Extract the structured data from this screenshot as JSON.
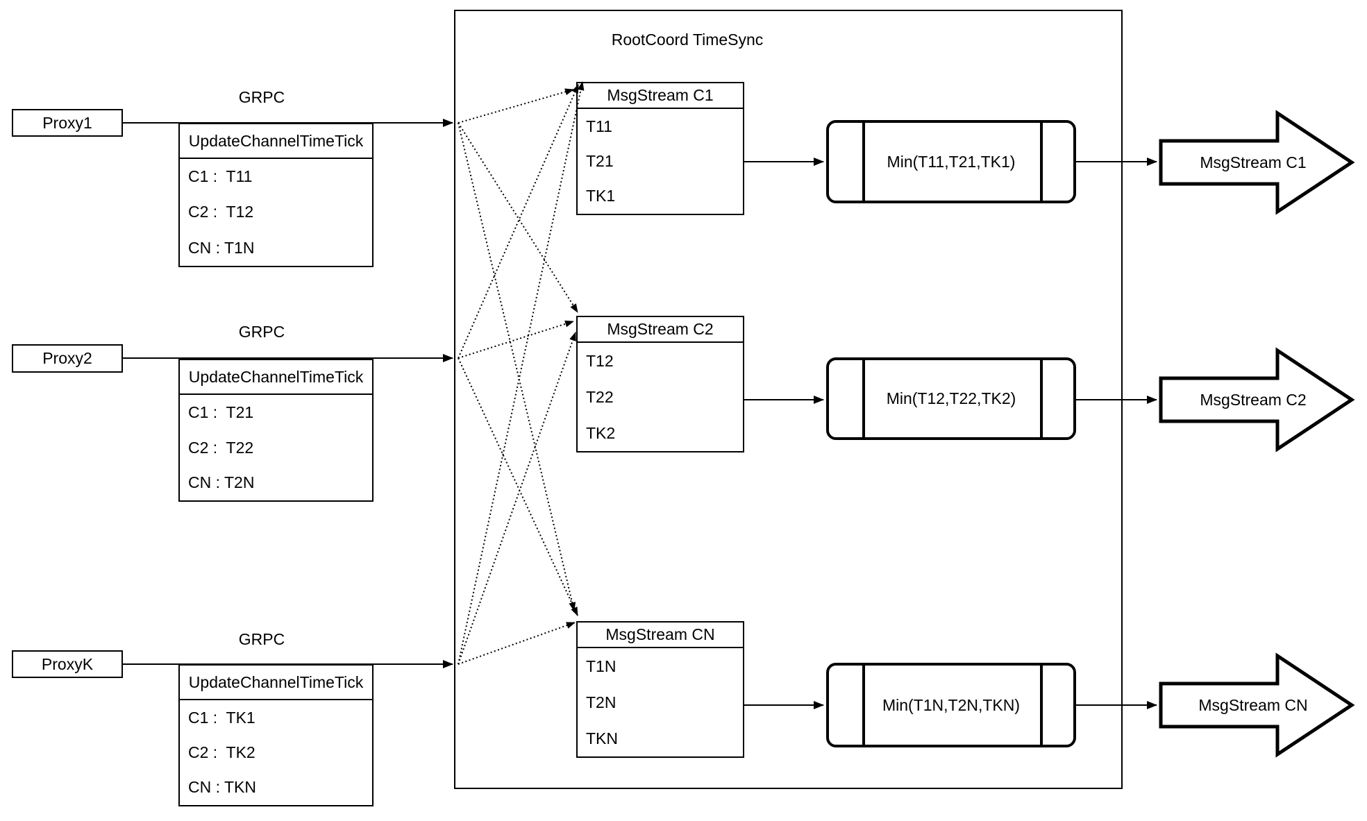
{
  "root_box": {
    "title": "RootCoord TimeSync"
  },
  "grpc_label": "GRPC",
  "proxies": [
    {
      "name": "Proxy1",
      "table_header": "UpdateChannelTimeTick",
      "rows": [
        "C1 :  T11",
        "C2 :  T12",
        "CN : T1N"
      ]
    },
    {
      "name": "Proxy2",
      "table_header": "UpdateChannelTimeTick",
      "rows": [
        "C1 :  T21",
        "C2 :  T22",
        "CN : T2N"
      ]
    },
    {
      "name": "ProxyK",
      "table_header": "UpdateChannelTimeTick",
      "rows": [
        "C1 :  TK1",
        "C2 :  TK2",
        "CN : TKN"
      ]
    }
  ],
  "streams": [
    {
      "table_header": "MsgStream C1",
      "rows": [
        "T11",
        "T21",
        "TK1"
      ],
      "min_label": "Min(T11,T21,TK1)",
      "output_label": "MsgStream C1"
    },
    {
      "table_header": "MsgStream C2",
      "rows": [
        "T12",
        "T22",
        "TK2"
      ],
      "min_label": "Min(T12,T22,TK2)",
      "output_label": "MsgStream C2"
    },
    {
      "table_header": "MsgStream CN",
      "rows": [
        "T1N",
        "T2N",
        "TKN"
      ],
      "min_label": "Min(T1N,T2N,TKN)",
      "output_label": "MsgStream CN"
    }
  ],
  "colors": {
    "stroke": "#000000",
    "background": "#ffffff"
  }
}
